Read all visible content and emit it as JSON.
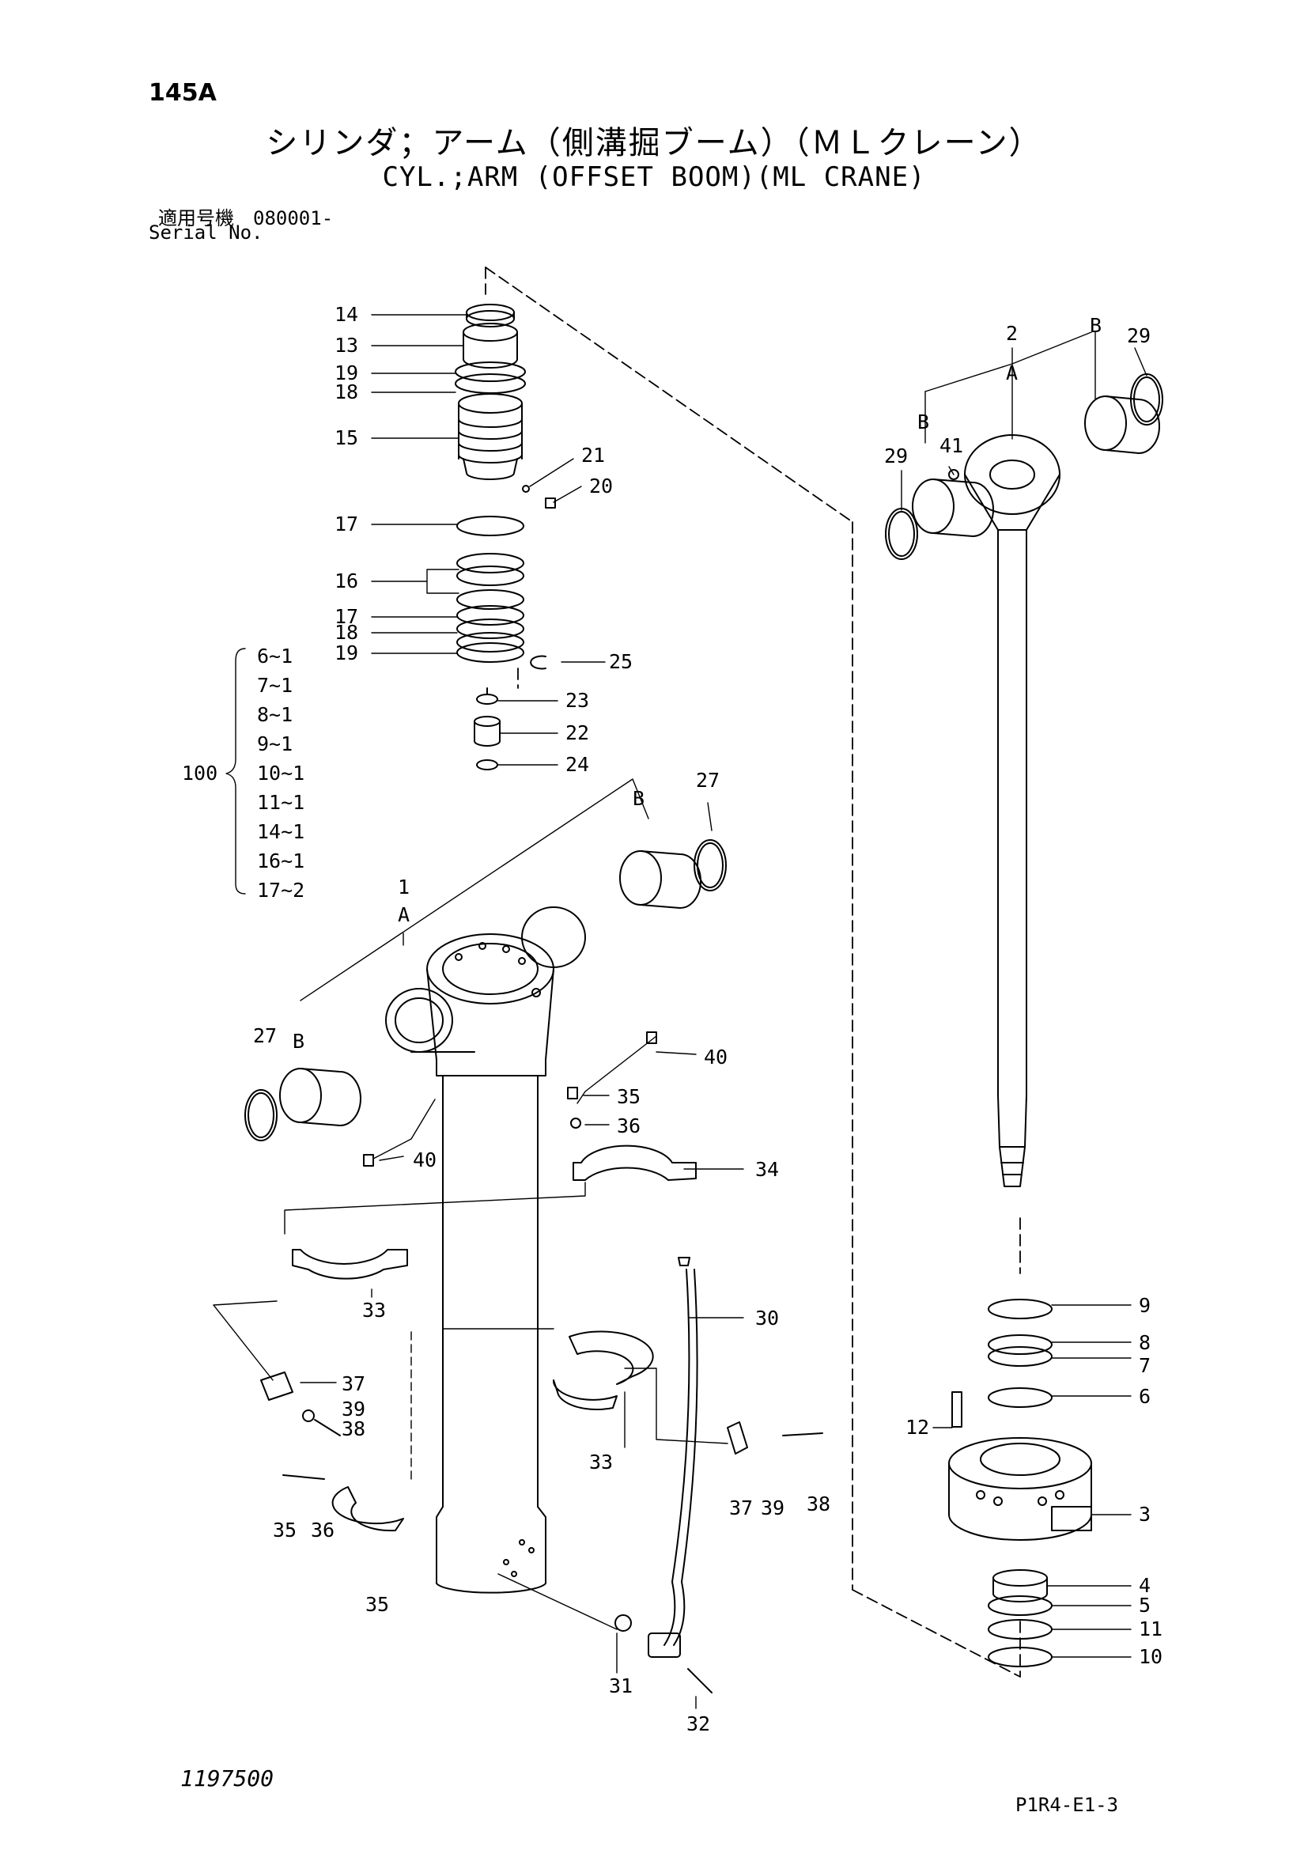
{
  "header": {
    "page_number": "145A",
    "title_jp": "シリンダ；アーム（側溝掘ブーム）（ＭＬクレーン）",
    "title_en": "CYL.;ARM (OFFSET BOOM)(ML CRANE)",
    "serial_label_jp": "適用号機　080001-",
    "serial_label_en": "Serial No."
  },
  "footer": {
    "drawing_number": "1197500",
    "sheet_code": "P1R4-E1-3"
  },
  "parts": {
    "p14": "14",
    "p13": "13",
    "p19a": "19",
    "p18a": "18",
    "p15": "15",
    "p21": "21",
    "p20": "20",
    "p17a": "17",
    "p16": "16",
    "p17b": "17",
    "p18b": "18",
    "p19b": "19",
    "p25": "25",
    "p23": "23",
    "p22": "22",
    "p24": "24",
    "p27a": "27",
    "pBa": "B",
    "p1": "1",
    "pAa": "A",
    "p27b": "27",
    "pBb": "B",
    "p40a": "40",
    "p35a": "35",
    "p36a": "36",
    "p40b": "40",
    "p34": "34",
    "p33a": "33",
    "p30": "30",
    "p37a": "37",
    "p39a": "39",
    "p38a": "38",
    "p33b": "33",
    "p37b": "37",
    "p39b": "39",
    "p38b": "38",
    "p35b": "35",
    "p36b": "36",
    "p35c": "35",
    "p31": "31",
    "p32": "32",
    "p2": "2",
    "pAb": "A",
    "pBc": "B",
    "p29a": "29",
    "pBd": "B",
    "p41": "41",
    "p29b": "29",
    "p9": "9",
    "p8": "8",
    "p7": "7",
    "p6": "6",
    "p12": "12",
    "p3": "3",
    "p4": "4",
    "p5": "5",
    "p11": "11",
    "p10": "10"
  },
  "kit": {
    "label": "100",
    "items": [
      "6~1",
      "7~1",
      "8~1",
      "9~1",
      "10~1",
      "11~1",
      "14~1",
      "16~1",
      "17~2"
    ]
  }
}
